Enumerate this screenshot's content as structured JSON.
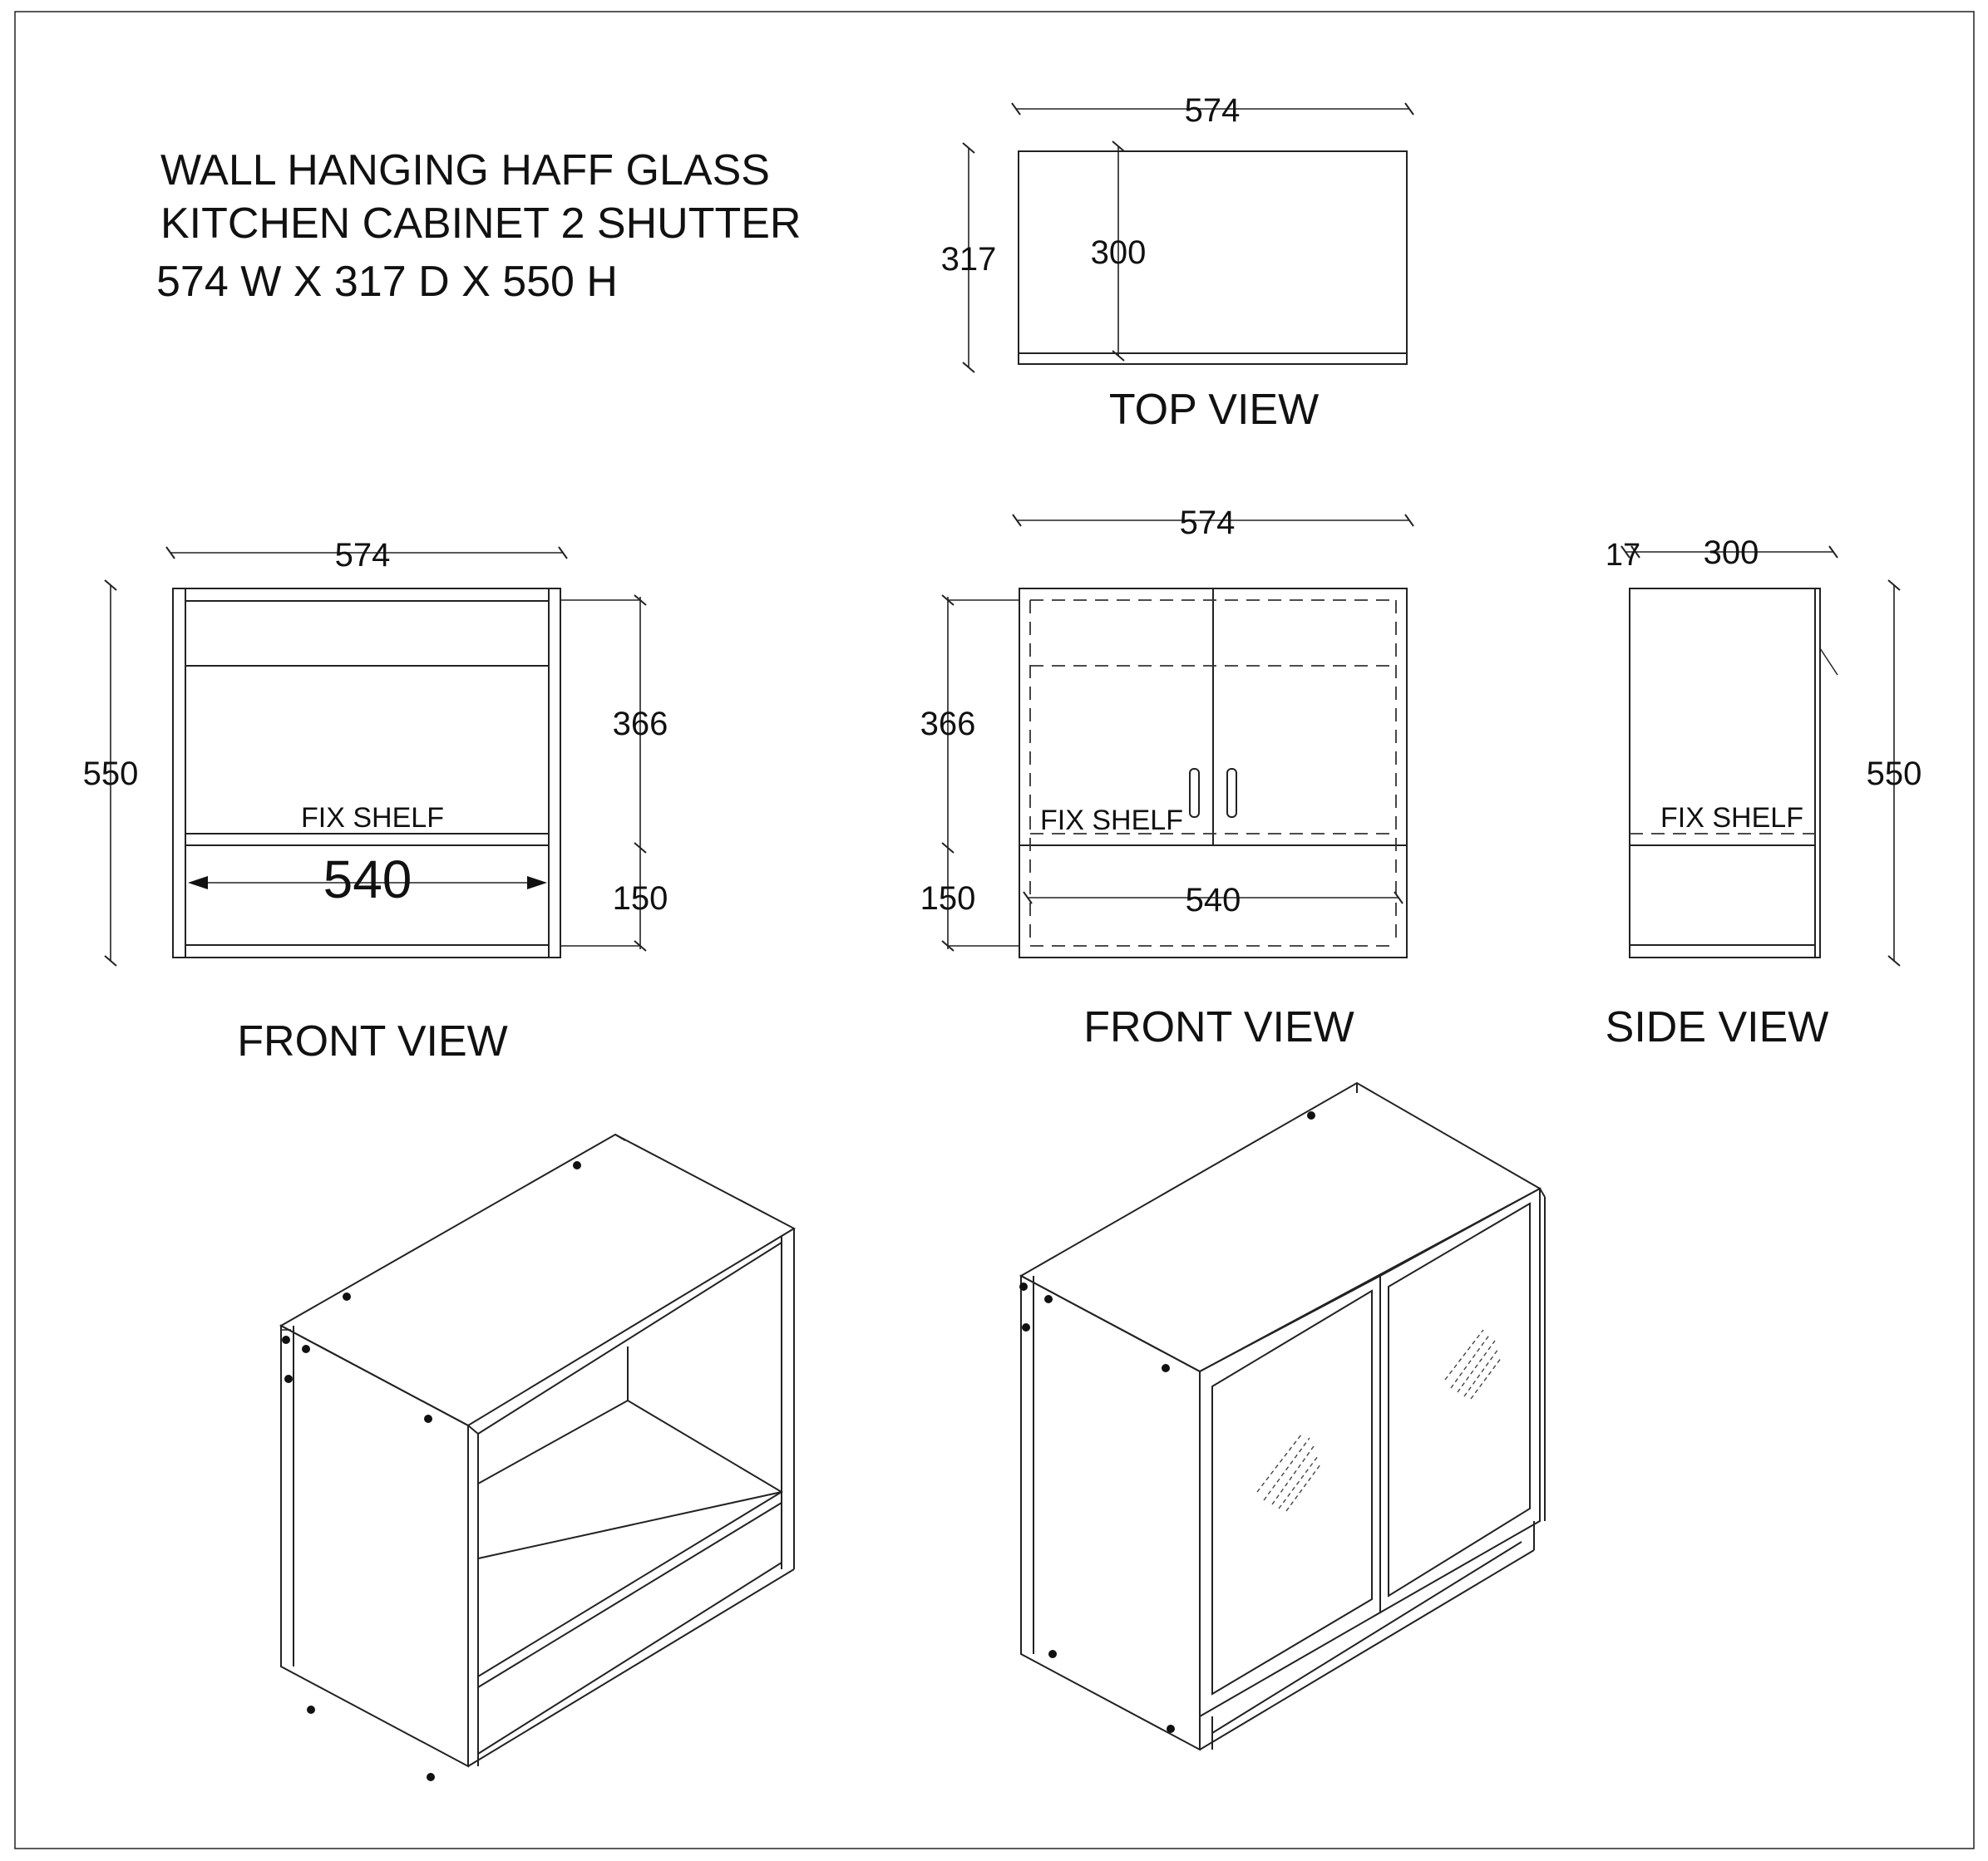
{
  "title": {
    "line1": "WALL HANGING HAFF GLASS",
    "line2": "KITCHEN CABINET 2 SHUTTER",
    "line3": "574 W X 317 D X 550 H"
  },
  "top_view": {
    "label": "TOP VIEW",
    "width_dim": "574",
    "depth_dim": "317",
    "inner_depth_dim": "300"
  },
  "front_view_open": {
    "label": "FRONT VIEW",
    "width_dim": "574",
    "height_dim": "550",
    "upper_dim": "366",
    "lower_dim": "150",
    "inner_width_dim": "540",
    "shelf_label": "FIX SHELF"
  },
  "front_view_doors": {
    "label": "FRONT VIEW",
    "width_dim": "574",
    "upper_dim": "366",
    "lower_dim": "150",
    "inner_width_dim": "540",
    "shelf_label": "FIX SHELF"
  },
  "side_view": {
    "label": "SIDE VIEW",
    "thickness_dim": "17",
    "depth_dim": "300",
    "height_dim": "550",
    "shelf_label": "FIX SHELF"
  }
}
